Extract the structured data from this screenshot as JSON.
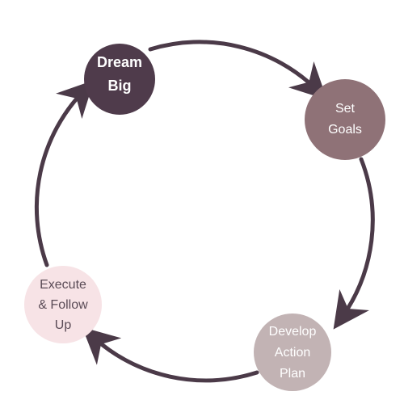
{
  "diagram": {
    "nodes": [
      {
        "id": "dream",
        "lines": [
          "Dream",
          "Big"
        ],
        "fill": "#4f3b4b",
        "text_color": "#ffffff"
      },
      {
        "id": "goals",
        "lines": [
          "Set",
          "Goals"
        ],
        "fill": "#8f7277",
        "text_color": "#ffffff"
      },
      {
        "id": "develop",
        "lines": [
          "Develop",
          "Action",
          "Plan"
        ],
        "fill": "#c2b3b4",
        "text_color": "#ffffff"
      },
      {
        "id": "execute",
        "lines": [
          "Execute",
          "& Follow",
          "Up"
        ],
        "fill": "#f7e3e6",
        "text_color": "#5a4b56"
      }
    ],
    "edge_color": "#4b3a48"
  }
}
